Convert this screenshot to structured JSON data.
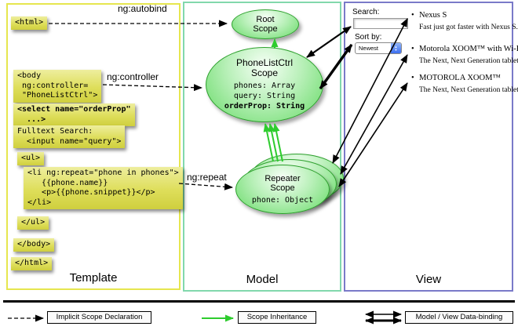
{
  "panels": {
    "template": {
      "label": "Template"
    },
    "model": {
      "label": "Model"
    },
    "view": {
      "label": "View"
    }
  },
  "arrow_labels": {
    "autobind": "ng:autobind",
    "controller": "ng:controller",
    "repeat": "ng:repeat"
  },
  "code": {
    "html_open": "<html>",
    "body_open": "<body\n ng:controller=\n \"PhoneListCtrl\">",
    "select": "<select name=\"orderProp\"\n  ...>",
    "fulltext": "Fulltext Search:\n  <input name=\"query\">",
    "ul_open": "<ul>",
    "li_repeat": "<li ng:repeat=\"phone in phones\">\n   {{phone.name}}\n   <p>{{phone.snippet}}</p>\n</li>",
    "ul_close": "</ul>",
    "body_close": "</body>",
    "html_close": "</html>"
  },
  "scopes": {
    "root": {
      "line1": "Root",
      "line2": "Scope"
    },
    "controller": {
      "line1": "PhoneListCtrl",
      "line2": "Scope",
      "prop_phones": "phones: Array",
      "prop_query": "query: String",
      "prop_order": "orderProp: String"
    },
    "repeater": {
      "line1": "Repeater",
      "line2": "Scope",
      "prop_phone": "phone: Object"
    }
  },
  "view": {
    "search_label": "Search:",
    "search_value": "",
    "sort_label": "Sort by:",
    "sort_value": "Newest",
    "items": [
      {
        "name": "Nexus S",
        "desc": "Fast just got faster with Nexus S."
      },
      {
        "name": "Motorola XOOM™ with Wi-Fi",
        "desc": "The Next, Next Generation tablet."
      },
      {
        "name": "MOTOROLA XOOM™",
        "desc": "The Next, Next Generation tablet."
      }
    ]
  },
  "legend": {
    "implicit": "Implicit Scope Declaration",
    "inheritance": "Scope Inheritance",
    "binding": "Model / View Data-binding"
  },
  "colors": {
    "template_border": "#e6e64e",
    "model_border": "#82d8ac",
    "view_border": "#7a7ac8",
    "code_highlight": "#dede5a",
    "scope_fill": "#7fe07f",
    "scope_border": "#2da02d",
    "inheritance_arrow": "#2ecc2e",
    "declaration_arrow": "#000000",
    "binding_arrow": "#000000"
  }
}
